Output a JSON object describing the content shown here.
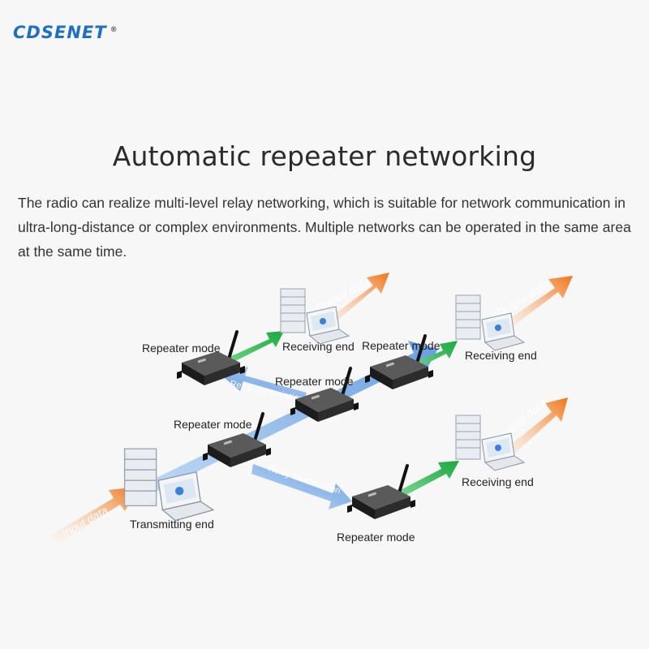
{
  "brand": {
    "logo_text": "CDSENET",
    "registered_mark": "®"
  },
  "title": "Automatic repeater networking",
  "description": "The radio can realize multi-level relay networking, which is suitable for network communication in ultra-long-distance or complex environments. Multiple networks can be operated in the same area at the same time.",
  "diagram": {
    "labels": {
      "repeater_mode": "Repeater mode",
      "receiving_end": "Receiving end",
      "transmitting_end": "Transmitting end",
      "relay_transmission": "Relay transmission",
      "output_data": "Output data",
      "input_data": "Input data"
    }
  },
  "colors": {
    "logo": "#1f6fc2",
    "relay_arrow": "#5b9be0",
    "output_arrow": "#22b24c",
    "data_arrow": "#f07a1a"
  }
}
